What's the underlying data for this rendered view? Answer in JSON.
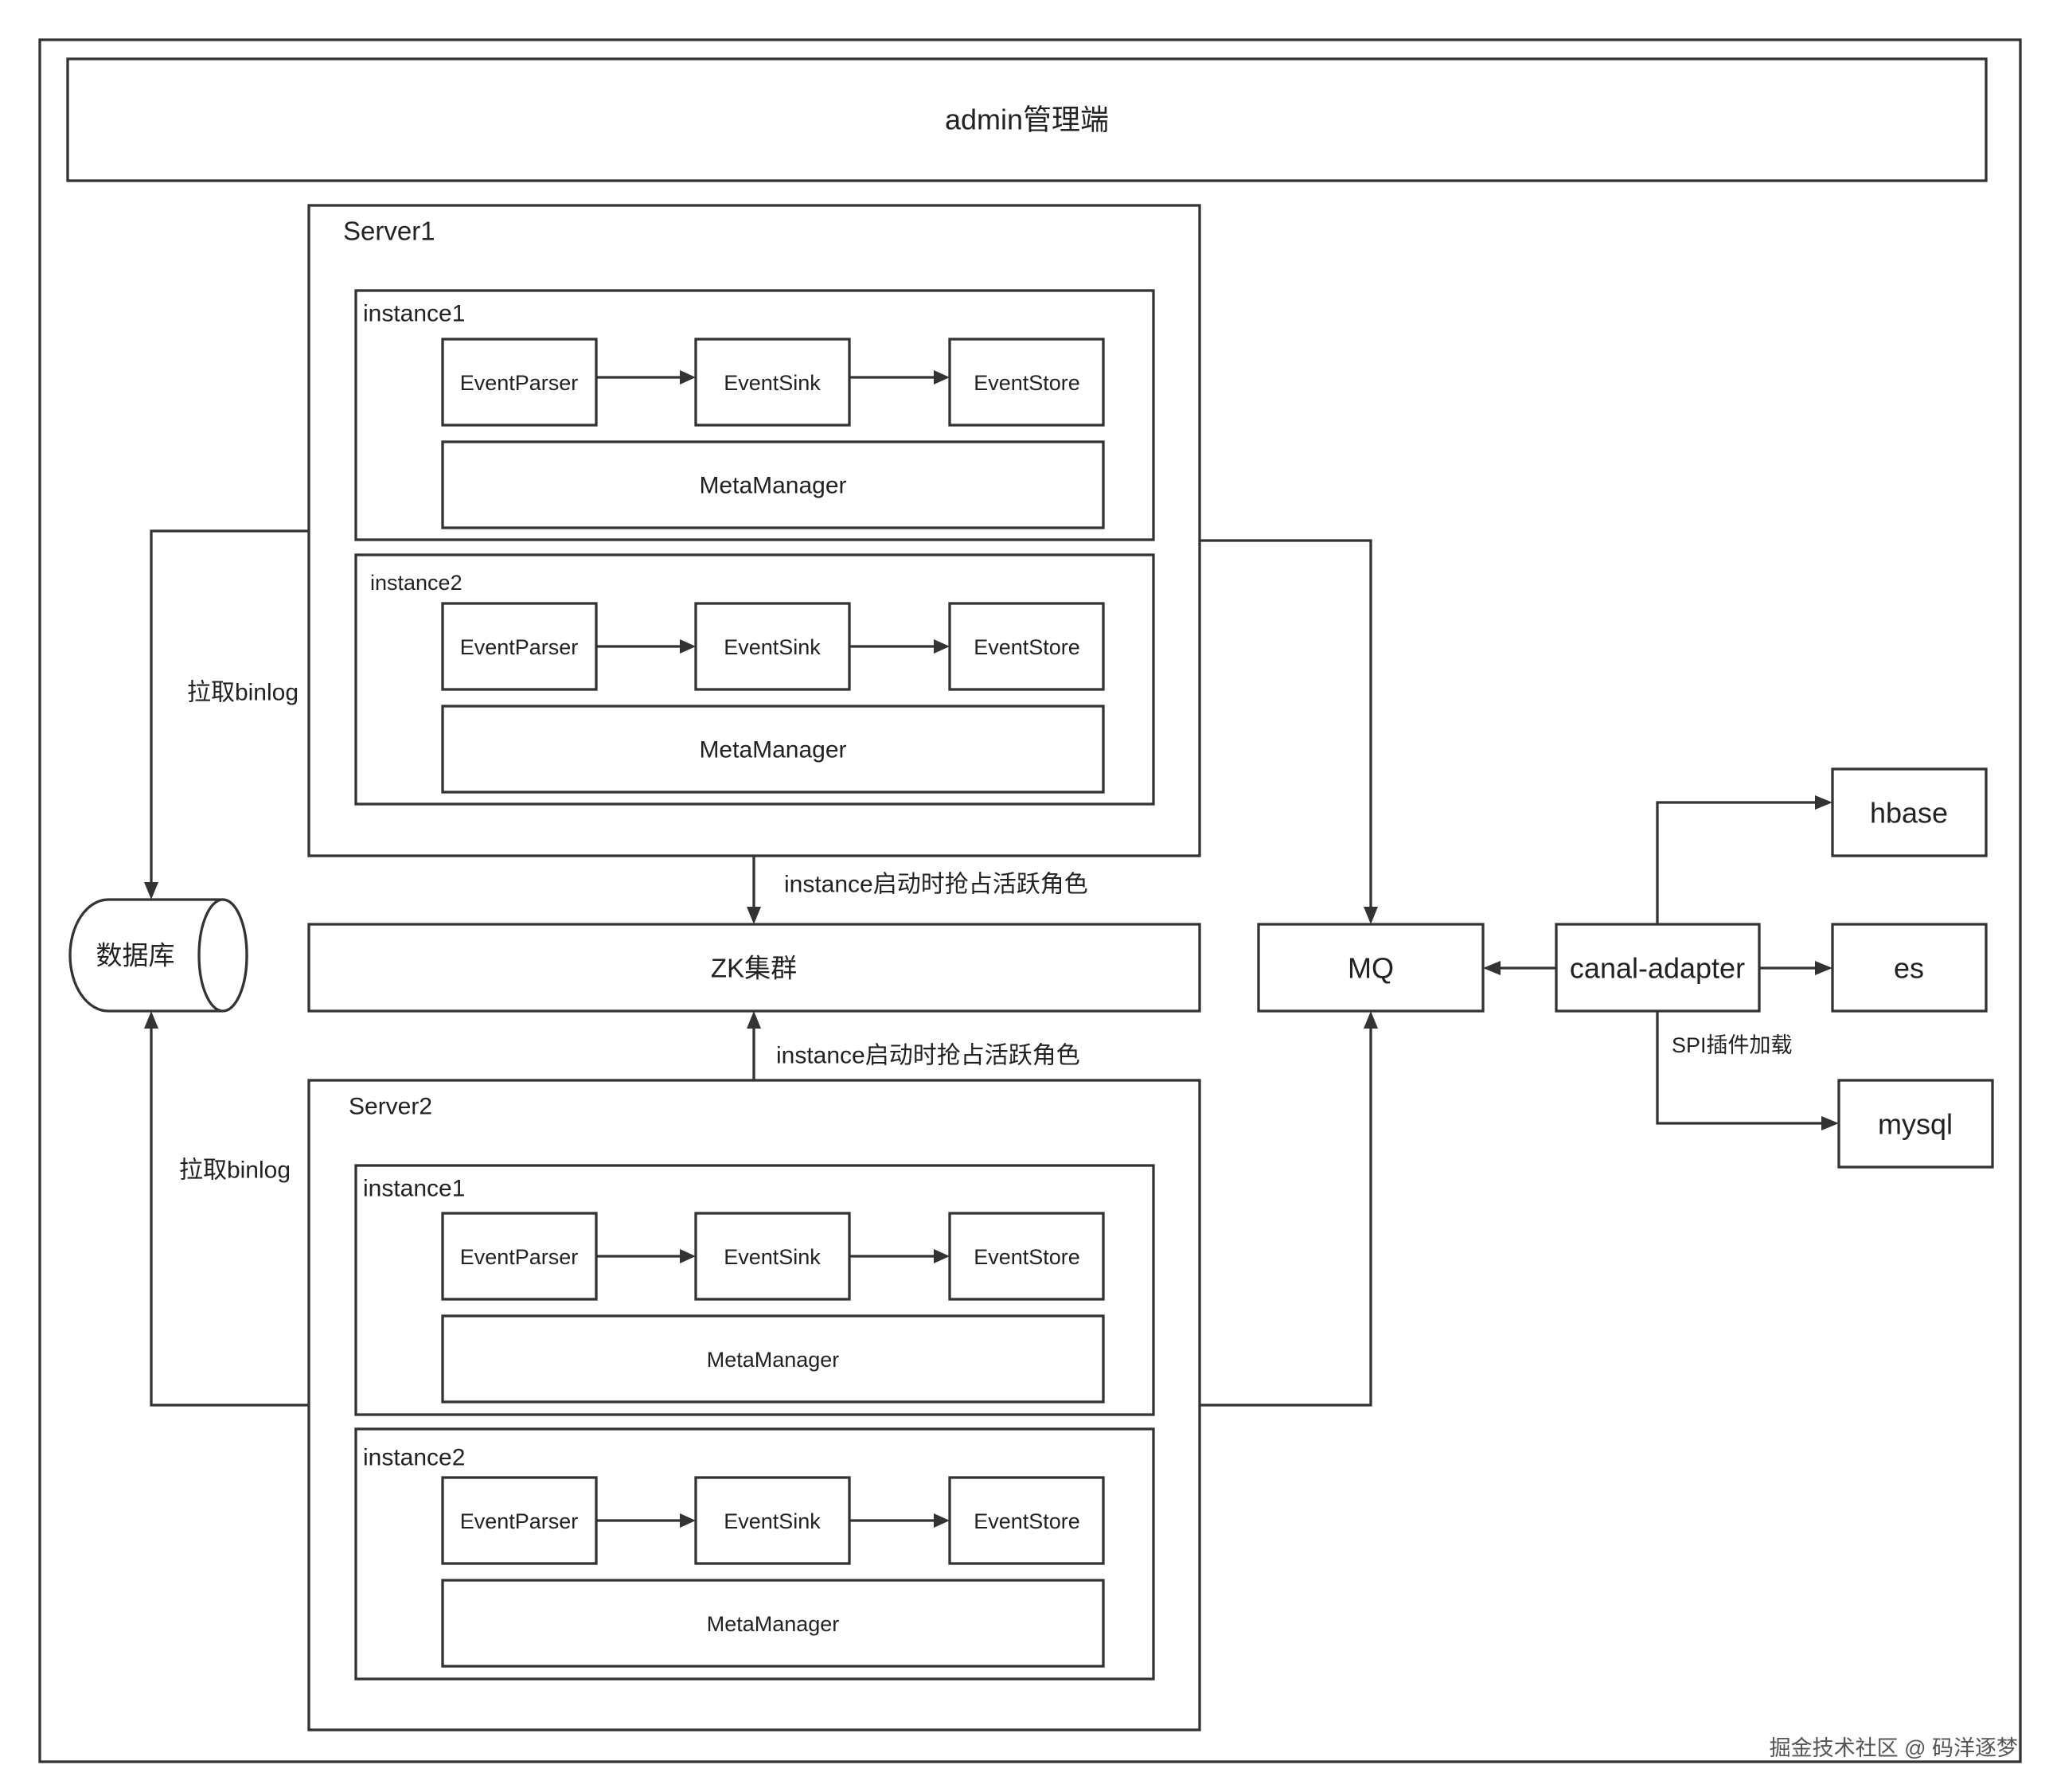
{
  "admin": {
    "label": "admin管理端"
  },
  "zk": {
    "label": "ZK集群"
  },
  "database": {
    "label": "数据库"
  },
  "mq": {
    "label": "MQ"
  },
  "adapter": {
    "label": "canal-adapter"
  },
  "targets": {
    "hbase": "hbase",
    "es": "es",
    "mysql": "mysql"
  },
  "servers": [
    {
      "label": "Server1",
      "instances": [
        {
          "label": "instance1",
          "parser": "EventParser",
          "sink": "EventSink",
          "store": "EventStore",
          "meta": "MetaManager"
        },
        {
          "label": "instance2",
          "parser": "EventParser",
          "sink": "EventSink",
          "store": "EventStore",
          "meta": "MetaManager"
        }
      ]
    },
    {
      "label": "Server2",
      "instances": [
        {
          "label": "instance1",
          "parser": "EventParser",
          "sink": "EventSink",
          "store": "EventStore",
          "meta": "MetaManager"
        },
        {
          "label": "instance2",
          "parser": "EventParser",
          "sink": "EventSink",
          "store": "EventStore",
          "meta": "MetaManager"
        }
      ]
    }
  ],
  "edge_labels": {
    "pull_binlog_top": "拉取binlog",
    "pull_binlog_bottom": "拉取binlog",
    "zk_top": "instance启动时抢占活跃角色",
    "zk_bottom": "instance启动时抢占活跃角色",
    "spi": "SPI插件加载"
  },
  "watermark": "掘金技术社区 @ 码洋逐梦"
}
